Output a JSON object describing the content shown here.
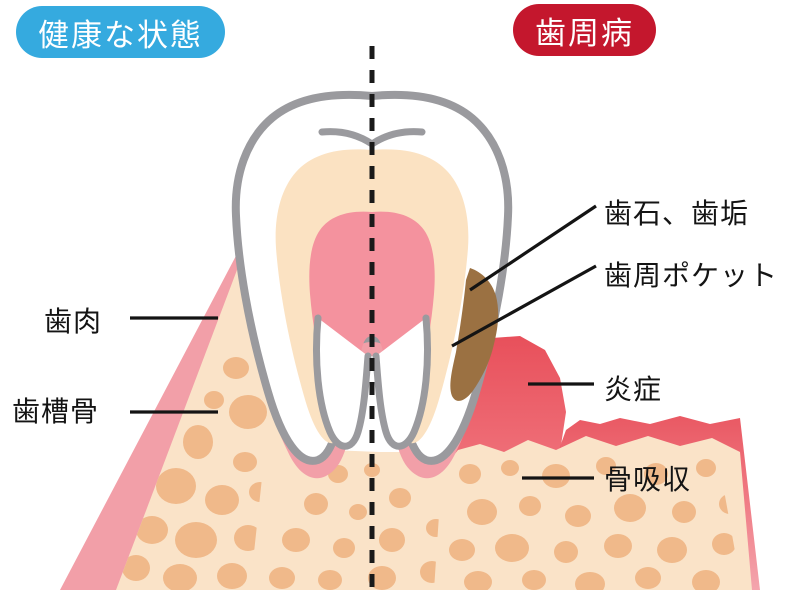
{
  "diagram": {
    "title_left": "健康な状態",
    "title_right": "歯周病",
    "colors": {
      "badge_healthy": "#35AADF",
      "badge_disease": "#C4172D",
      "enamel_outline": "#9A9A9E",
      "enamel_fill": "#FFFFFF",
      "dentin": "#FBE2C2",
      "pulp": "#F4929E",
      "gum_healthy": "#F29FA8",
      "gum_inflamed": "#E8505B",
      "bone": "#FAE3C8",
      "trabecula": "#F0B98A",
      "calculus": "#9B7142",
      "midline": "#1A1A1A",
      "leader_line": "#141414",
      "label_text": "#141414"
    }
  },
  "badges": [
    {
      "id": "healthy",
      "label": "健康な状態"
    },
    {
      "id": "disease",
      "label": "歯周病"
    }
  ],
  "labels": {
    "gingiva": "歯肉",
    "alveolar_bone": "歯槽骨",
    "calculus": "歯石、歯垢",
    "periodontal_pocket": "歯周ポケット",
    "inflammation": "炎症",
    "bone_resorption": "骨吸収"
  },
  "anatomy": {
    "tooth": "molar cross-section with two roots",
    "midline": "vertical dashed divider separating healthy (left) and diseased (right) halves",
    "layers": [
      "enamel",
      "dentin",
      "pulp",
      "gingiva",
      "alveolar bone",
      "periodontal ligament"
    ]
  }
}
